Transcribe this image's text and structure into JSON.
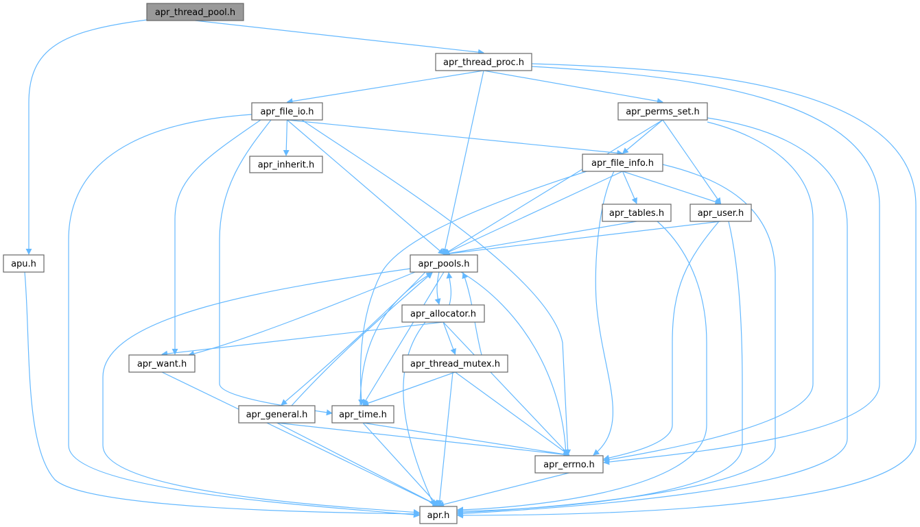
{
  "graph": {
    "type": "include-dependency-graph",
    "root": "apr_thread_pool.h",
    "colors": {
      "edge": "#63b8ff",
      "root_fill": "#999999",
      "node_fill": "#ffffff",
      "node_border": "#666666"
    },
    "nodes": [
      {
        "id": "thread_pool",
        "label": "apr_thread_pool.h"
      },
      {
        "id": "apu",
        "label": "apu.h"
      },
      {
        "id": "thread_proc",
        "label": "apr_thread_proc.h"
      },
      {
        "id": "file_io",
        "label": "apr_file_io.h"
      },
      {
        "id": "perms_set",
        "label": "apr_perms_set.h"
      },
      {
        "id": "inherit",
        "label": "apr_inherit.h"
      },
      {
        "id": "file_info",
        "label": "apr_file_info.h"
      },
      {
        "id": "tables",
        "label": "apr_tables.h"
      },
      {
        "id": "user",
        "label": "apr_user.h"
      },
      {
        "id": "pools",
        "label": "apr_pools.h"
      },
      {
        "id": "allocator",
        "label": "apr_allocator.h"
      },
      {
        "id": "want",
        "label": "apr_want.h"
      },
      {
        "id": "thread_mutex",
        "label": "apr_thread_mutex.h"
      },
      {
        "id": "general",
        "label": "apr_general.h"
      },
      {
        "id": "time",
        "label": "apr_time.h"
      },
      {
        "id": "errno",
        "label": "apr_errno.h"
      },
      {
        "id": "apr",
        "label": "apr.h"
      }
    ],
    "edges": [
      [
        "thread_pool",
        "apu"
      ],
      [
        "thread_pool",
        "thread_proc"
      ],
      [
        "apu",
        "apr"
      ],
      [
        "thread_proc",
        "file_io"
      ],
      [
        "thread_proc",
        "pools"
      ],
      [
        "thread_proc",
        "perms_set"
      ],
      [
        "thread_proc",
        "errno"
      ],
      [
        "thread_proc",
        "apr"
      ],
      [
        "file_io",
        "file_info"
      ],
      [
        "file_io",
        "inherit"
      ],
      [
        "file_io",
        "pools"
      ],
      [
        "file_io",
        "want"
      ],
      [
        "file_io",
        "time"
      ],
      [
        "file_io",
        "errno"
      ],
      [
        "file_io",
        "apr"
      ],
      [
        "perms_set",
        "file_info"
      ],
      [
        "perms_set",
        "pools"
      ],
      [
        "perms_set",
        "user"
      ],
      [
        "perms_set",
        "errno"
      ],
      [
        "perms_set",
        "apr"
      ],
      [
        "file_info",
        "tables"
      ],
      [
        "file_info",
        "user"
      ],
      [
        "file_info",
        "pools"
      ],
      [
        "file_info",
        "time"
      ],
      [
        "file_info",
        "errno"
      ],
      [
        "file_info",
        "apr"
      ],
      [
        "tables",
        "pools"
      ],
      [
        "tables",
        "apr"
      ],
      [
        "user",
        "pools"
      ],
      [
        "user",
        "errno"
      ],
      [
        "user",
        "apr"
      ],
      [
        "pools",
        "allocator"
      ],
      [
        "pools",
        "want"
      ],
      [
        "pools",
        "general"
      ],
      [
        "pools",
        "time"
      ],
      [
        "pools",
        "errno"
      ],
      [
        "pools",
        "apr"
      ],
      [
        "allocator",
        "pools"
      ],
      [
        "allocator",
        "want"
      ],
      [
        "allocator",
        "thread_mutex"
      ],
      [
        "allocator",
        "errno"
      ],
      [
        "allocator",
        "apr"
      ],
      [
        "thread_mutex",
        "pools"
      ],
      [
        "thread_mutex",
        "time"
      ],
      [
        "thread_mutex",
        "errno"
      ],
      [
        "thread_mutex",
        "apr"
      ],
      [
        "want",
        "apr"
      ],
      [
        "general",
        "pools"
      ],
      [
        "general",
        "errno"
      ],
      [
        "general",
        "apr"
      ],
      [
        "time",
        "pools"
      ],
      [
        "time",
        "errno"
      ],
      [
        "time",
        "apr"
      ],
      [
        "errno",
        "apr"
      ]
    ]
  }
}
